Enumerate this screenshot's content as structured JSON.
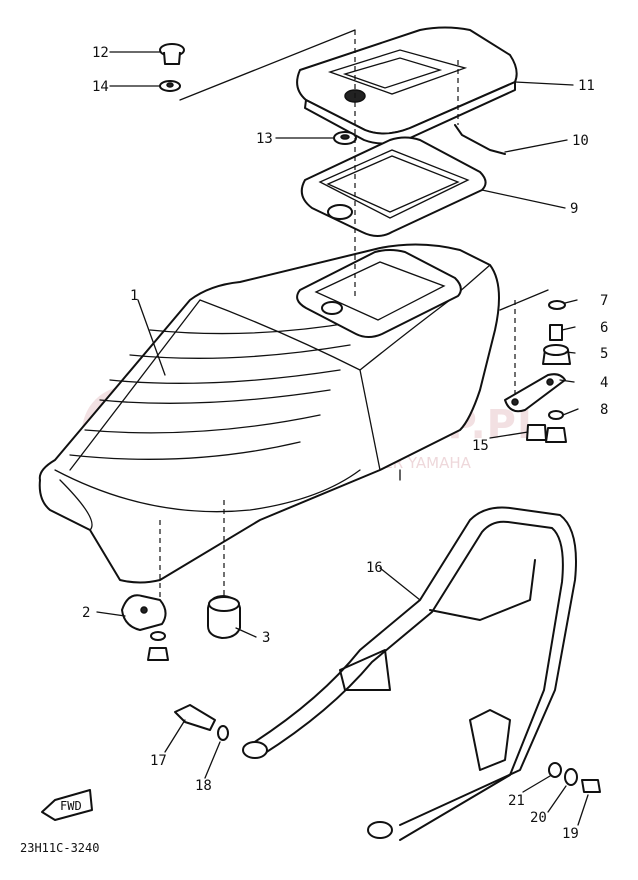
{
  "watermark": {
    "brand": "YAMASKLEP.PL",
    "tagline": "WOJCIECHOWICZ | DEALER YAMAHA",
    "color": "#e8c8cc"
  },
  "diagram_code": "23H11C-3240",
  "fwd_mark": "FWD",
  "callouts": [
    {
      "id": "c1",
      "label": "1"
    },
    {
      "id": "c2",
      "label": "2"
    },
    {
      "id": "c3",
      "label": "3"
    },
    {
      "id": "c4",
      "label": "4"
    },
    {
      "id": "c5",
      "label": "5"
    },
    {
      "id": "c6",
      "label": "6"
    },
    {
      "id": "c7",
      "label": "7"
    },
    {
      "id": "c8",
      "label": "8"
    },
    {
      "id": "c9",
      "label": "9"
    },
    {
      "id": "c10",
      "label": "10"
    },
    {
      "id": "c11",
      "label": "11"
    },
    {
      "id": "c12",
      "label": "12"
    },
    {
      "id": "c13",
      "label": "13"
    },
    {
      "id": "c14",
      "label": "14"
    },
    {
      "id": "c15",
      "label": "15"
    },
    {
      "id": "c16",
      "label": "16"
    },
    {
      "id": "c17",
      "label": "17"
    },
    {
      "id": "c18",
      "label": "18"
    },
    {
      "id": "c19",
      "label": "19"
    },
    {
      "id": "c20",
      "label": "20"
    },
    {
      "id": "c21",
      "label": "21"
    }
  ]
}
